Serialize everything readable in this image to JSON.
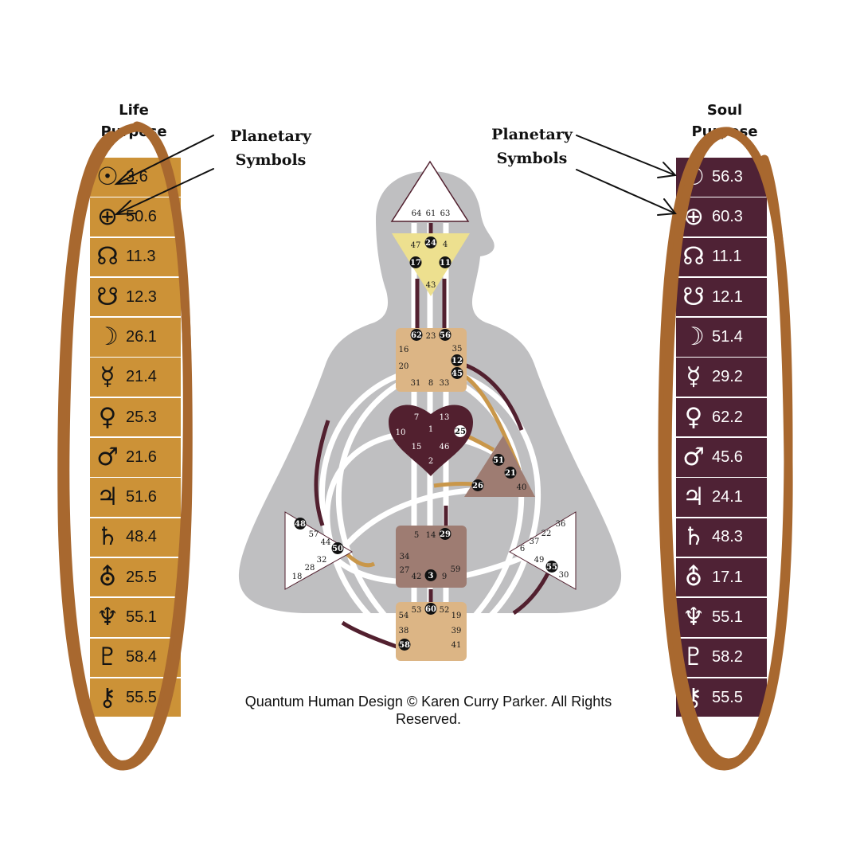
{
  "left_column": {
    "heading_line1": "Life",
    "heading_line2": "Purpose",
    "rows": [
      {
        "symbol": "☉",
        "symbol_icon": "sun-icon",
        "value": "3.6"
      },
      {
        "symbol": "⊕",
        "symbol_icon": "earth-icon",
        "value": "50.6"
      },
      {
        "symbol": "☊",
        "symbol_icon": "north-node-icon",
        "value": "11.3"
      },
      {
        "symbol": "☋",
        "symbol_icon": "south-node-icon",
        "value": "12.3"
      },
      {
        "symbol": "☽",
        "symbol_icon": "moon-icon",
        "value": "26.1"
      },
      {
        "symbol": "☿",
        "symbol_icon": "mercury-icon",
        "value": "21.4"
      },
      {
        "symbol": "♀",
        "symbol_icon": "venus-icon",
        "value": "25.3"
      },
      {
        "symbol": "♂",
        "symbol_icon": "mars-icon",
        "value": "21.6"
      },
      {
        "symbol": "♃",
        "symbol_icon": "jupiter-icon",
        "value": "51.6"
      },
      {
        "symbol": "♄",
        "symbol_icon": "saturn-icon",
        "value": "48.4"
      },
      {
        "symbol": "⛢",
        "symbol_icon": "uranus-icon",
        "value": "25.5"
      },
      {
        "symbol": "♆",
        "symbol_icon": "neptune-icon",
        "value": "55.1"
      },
      {
        "symbol": "♇",
        "symbol_icon": "pluto-icon",
        "value": "58.4"
      },
      {
        "symbol": "⚷",
        "symbol_icon": "chiron-icon",
        "value": "55.5"
      }
    ]
  },
  "right_column": {
    "heading_line1": "Soul",
    "heading_line2": "Purpose",
    "rows": [
      {
        "symbol": "☉",
        "symbol_icon": "sun-icon",
        "value": "56.3"
      },
      {
        "symbol": "⊕",
        "symbol_icon": "earth-icon",
        "value": "60.3"
      },
      {
        "symbol": "☊",
        "symbol_icon": "north-node-icon",
        "value": "11.1"
      },
      {
        "symbol": "☋",
        "symbol_icon": "south-node-icon",
        "value": "12.1"
      },
      {
        "symbol": "☽",
        "symbol_icon": "moon-icon",
        "value": "51.4"
      },
      {
        "symbol": "☿",
        "symbol_icon": "mercury-icon",
        "value": "29.2"
      },
      {
        "symbol": "♀",
        "symbol_icon": "venus-icon",
        "value": "62.2"
      },
      {
        "symbol": "♂",
        "symbol_icon": "mars-icon",
        "value": "45.6"
      },
      {
        "symbol": "♃",
        "symbol_icon": "jupiter-icon",
        "value": "24.1"
      },
      {
        "symbol": "♄",
        "symbol_icon": "saturn-icon",
        "value": "48.3"
      },
      {
        "symbol": "⛢",
        "symbol_icon": "uranus-icon",
        "value": "17.1"
      },
      {
        "symbol": "♆",
        "symbol_icon": "neptune-icon",
        "value": "55.1"
      },
      {
        "symbol": "♇",
        "symbol_icon": "pluto-icon",
        "value": "58.2"
      },
      {
        "symbol": "⚷",
        "symbol_icon": "chiron-icon",
        "value": "55.5"
      }
    ]
  },
  "annotations": {
    "left_label_line1": "Planetary",
    "left_label_line2": "Symbols",
    "right_label_line1": "Planetary",
    "right_label_line2": "Symbols"
  },
  "credit": "Quantum Human Design © Karen Curry Parker. All Rights Reserved.",
  "centers": {
    "head": {
      "gates": [
        "64",
        "61",
        "63"
      ],
      "color": "#ffffff"
    },
    "ajna": {
      "gates": [
        "47",
        "24",
        "4",
        "17",
        "11",
        "43"
      ],
      "defined_gates": [
        "24",
        "17",
        "11"
      ],
      "color": "#ede08f"
    },
    "throat": {
      "gates": [
        "62",
        "23",
        "56",
        "16",
        "35",
        "12",
        "20",
        "45",
        "31",
        "8",
        "33"
      ],
      "defined_gates": [
        "62",
        "56",
        "12",
        "45"
      ],
      "color": "#dcb585"
    },
    "g_center": {
      "gates": [
        "7",
        "13",
        "1",
        "10",
        "25",
        "15",
        "46",
        "2"
      ],
      "defined_gates": [
        "25"
      ],
      "color": "#52202f"
    },
    "heart": {
      "gates": [
        "51",
        "21",
        "26",
        "40"
      ],
      "defined_gates": [
        "51",
        "21",
        "26"
      ],
      "color": "#9e7c72"
    },
    "sacral": {
      "gates": [
        "5",
        "14",
        "29",
        "34",
        "27",
        "59",
        "42",
        "3",
        "9"
      ],
      "defined_gates": [
        "29",
        "3"
      ],
      "color": "#9e7c72"
    },
    "spleen": {
      "gates": [
        "48",
        "57",
        "44",
        "50",
        "32",
        "28",
        "18"
      ],
      "defined_gates": [
        "48",
        "50"
      ],
      "color": "#ffffff"
    },
    "solar_plexus": {
      "gates": [
        "36",
        "22",
        "37",
        "6",
        "49",
        "55",
        "30"
      ],
      "defined_gates": [
        "55"
      ],
      "color": "#ffffff"
    },
    "root": {
      "gates": [
        "53",
        "60",
        "52",
        "54",
        "19",
        "38",
        "39",
        "58",
        "41"
      ],
      "defined_gates": [
        "60",
        "58"
      ],
      "color": "#dcb585"
    }
  },
  "colors": {
    "life_purpose_bg": "#cc9237",
    "soul_purpose_bg": "#4f2235",
    "ellipse_stroke": "#a8682f",
    "silhouette": "#bfbfc1",
    "channel_gold": "#c9974a",
    "channel_maroon": "#52202f"
  }
}
